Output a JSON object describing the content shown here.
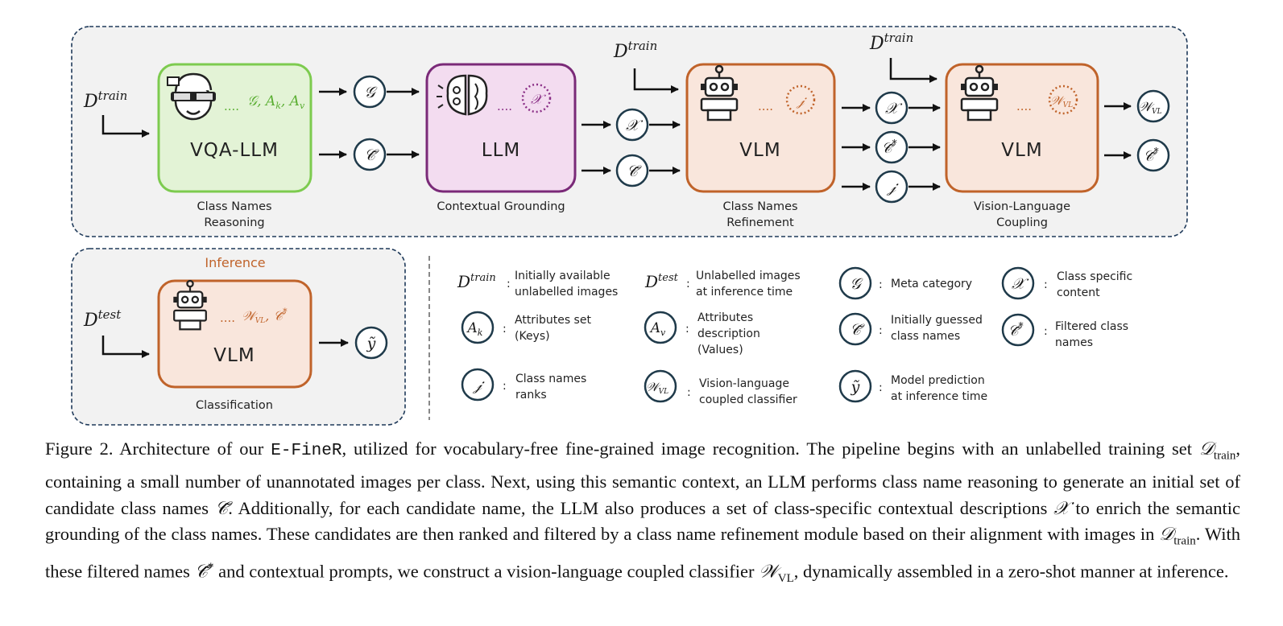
{
  "symbols": {
    "d_train": "D",
    "train_sup": "train",
    "d_test": "D",
    "test_sup": "test",
    "g": "𝒢",
    "a_k": "A",
    "k_sub": "k",
    "a_v": "A",
    "v_sub": "v",
    "c_tilde": "𝒞̃",
    "c_star": "𝒞̃",
    "star": "*",
    "x": "𝒳",
    "j": "𝒿",
    "w": "𝒲",
    "vl_sub": "VL",
    "y_tilde": "𝑦̃",
    "dots": "....",
    "colon": ":"
  },
  "stages": {
    "vqa": {
      "box_label": "VQA-LLM",
      "caption_line1": "Class Names",
      "caption_line2": "Reasoning",
      "inline_outputs": "𝒢, A",
      "inline_k": "k",
      "inline_comma": ", A",
      "inline_v": "v"
    },
    "llm": {
      "box_label": "LLM",
      "caption": "Contextual Grounding"
    },
    "vlm1": {
      "box_label": "VLM",
      "caption_line1": "Class Names",
      "caption_line2": "Refinement"
    },
    "vlm2": {
      "box_label": "VLM",
      "caption_line1": "Vision-Language",
      "caption_line2": "Coupling"
    },
    "vlm3": {
      "box_label": "VLM",
      "caption": "Classification",
      "inline_a": "𝒲",
      "inline_sub": "VL",
      "inline_b": ",  𝒞̃",
      "inline_star": "*"
    }
  },
  "inference_title": "Inference",
  "legend": {
    "d_train_line1": "Initially available",
    "d_train_line2": "unlabelled images",
    "d_test_line1": "Unlabelled images",
    "d_test_line2": "at inference time",
    "g_line1": "Meta category",
    "x_line1": "Class specific",
    "x_line2": "content",
    "ak_line1": "Attributes set",
    "ak_line2": "(Keys)",
    "av_line1": "Attributes",
    "av_line2": "description",
    "av_line3": "(Values)",
    "c_line1": "Initially guessed",
    "c_line2": "class names",
    "cstar_line1": "Filtered class",
    "cstar_line2": "names",
    "j_line1": "Class names",
    "j_line2": "ranks",
    "w_line1": "Vision-language",
    "w_line2": "coupled classifier",
    "y_line1": "Model prediction",
    "y_line2": "at inference time"
  },
  "caption": {
    "figure_label": "Figure 2.",
    "t1": "Architecture of our",
    "method": "E-FineR",
    "t2": ", utilized for vocabulary-free fine-grained image recognition. The pipeline begins with an unlabelled training set",
    "dtrain": "𝒟",
    "dtrain_sub": "train",
    "t3": ", containing a small number of unannotated images per class. Next, using this semantic context, an LLM performs class name reasoning to generate an initial set of candidate class names",
    "ctilde": "𝒞̃",
    "t4": ". Additionally, for each candidate name, the LLM also produces a set of class-specific contextual descriptions",
    "xsym": "𝒳",
    "t5": "to enrich the semantic grounding of the class names. These candidates are then ranked and filtered by a class name refinement module based on their alignment with images in",
    "dtrain2": "𝒟",
    "dtrain2_sub": "train",
    "t6": ". With these filtered names",
    "cstar": "𝒞̃",
    "cstar_sup": "*",
    "t7": "and contextual prompts, we construct a vision-language coupled classifier",
    "wsym": "𝒲",
    "wsym_sub": "VL",
    "t8": ", dynamically assembled in a zero-shot manner at inference."
  },
  "colors": {
    "frame": "#1f3a5a",
    "vqa_fill": "#e3f3d6",
    "vqa_stroke": "#7dcb4f",
    "vqa_text": "#5aae32",
    "llm_fill": "#f3dcf0",
    "llm_stroke": "#7a2a78",
    "llm_text": "#8a2f86",
    "vlm_fill": "#f9e6dc",
    "vlm_stroke": "#c0632a",
    "vlm_text": "#c0632a",
    "circle": "#1f3a4a",
    "arrow": "#111111"
  },
  "icons": [
    "glasses-face-icon",
    "brain-icon",
    "robot-icon"
  ]
}
